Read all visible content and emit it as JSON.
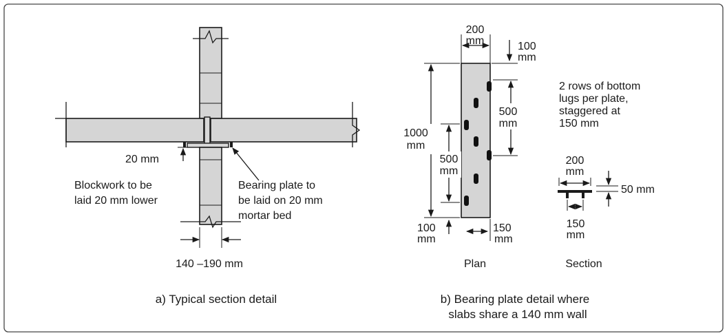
{
  "colors": {
    "concrete": "#d5d5d5",
    "plate": "#d8d8d8",
    "ink": "#1a1a1a",
    "frame": "#444444"
  },
  "panel_a": {
    "caption": "a) Typical section detail",
    "dim_20": "20 mm",
    "blockwork_line1": "Blockwork to be",
    "blockwork_line2": "laid 20 mm lower",
    "bearing_line1": "Bearing plate to",
    "bearing_line2": "be laid on 20 mm",
    "bearing_line3": "mortar bed",
    "wall_width": "140 –190 mm"
  },
  "panel_b": {
    "caption_line1": "b) Bearing plate detail where",
    "caption_line2": "slabs share a 140 mm wall",
    "plan": {
      "title": "Plan",
      "width_value": "200",
      "width_unit": "mm",
      "top_value": "100",
      "top_unit": "mm",
      "length_value": "1000",
      "length_unit": "mm",
      "spacing_right_value": "500",
      "spacing_right_unit": "mm",
      "spacing_left_value": "500",
      "spacing_left_unit": "mm",
      "bottom_value": "100",
      "bottom_unit": "mm",
      "lug_offset_value": "150",
      "lug_offset_unit": "mm"
    },
    "note_line1": "2 rows of bottom",
    "note_line2": "lugs per plate,",
    "note_line3": "staggered at",
    "note_line4": "150 mm",
    "section": {
      "title": "Section",
      "width_value": "200",
      "width_unit": "mm",
      "height": "50 mm",
      "lug_value": "150",
      "lug_unit": "mm"
    }
  }
}
